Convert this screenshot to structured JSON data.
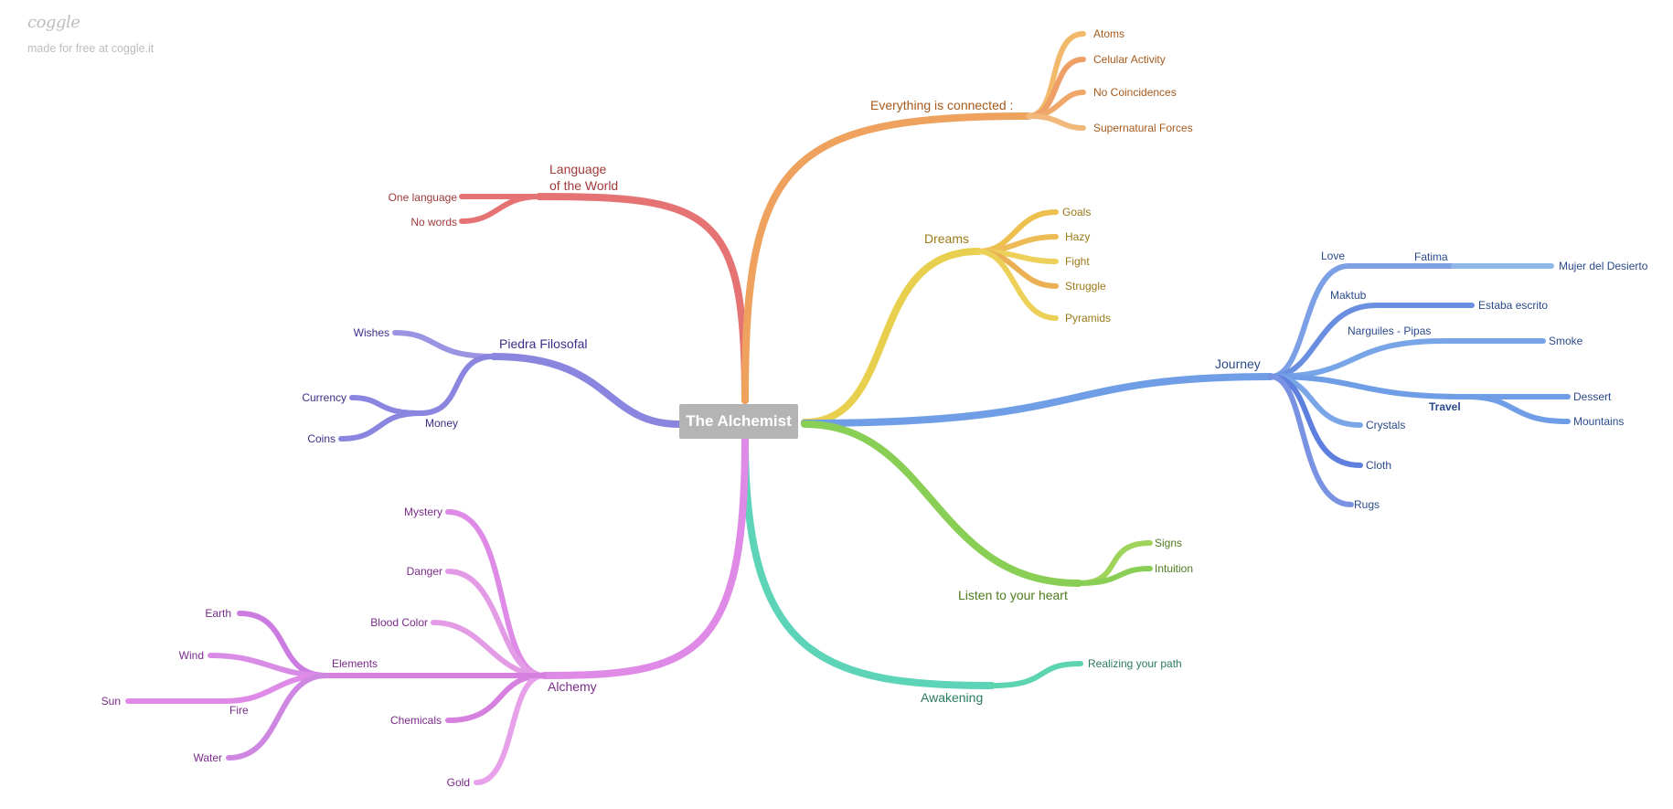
{
  "branding": {
    "logo": "coggle",
    "tagline": "made for free at coggle.it"
  },
  "central_topic": "The Alchemist",
  "branches": {
    "language": {
      "title_line1": "Language",
      "title_line2": "of the World",
      "color": "#e57373",
      "children": [
        "One language",
        "No words"
      ]
    },
    "connected": {
      "title": "Everything is connected :",
      "color": "#eea25e",
      "children": [
        "Atoms",
        "Celular Activity",
        "No Coincidences",
        "Supernatural Forces"
      ]
    },
    "dreams": {
      "title": "Dreams",
      "color": "#e8cf4e",
      "children": [
        "Goals",
        "Hazy",
        "Fight",
        "Struggle",
        "Pyramids"
      ]
    },
    "journey": {
      "title": "Journey",
      "color": "#6f9ee6",
      "love": "Love",
      "fatima": "Fatima",
      "mujer": "Mujer del Desierto",
      "maktub": "Maktub",
      "estaba": "Estaba escrito",
      "narguiles": "Narguiles - Pipas",
      "smoke": "Smoke",
      "travel": "Travel",
      "dessert": "Dessert",
      "mountains": "Mountains",
      "crystals": "Crystals",
      "cloth": "Cloth",
      "rugs": "Rugs"
    },
    "piedra": {
      "title": "Piedra Filosofal",
      "color": "#8a86e0",
      "wishes": "Wishes",
      "money": "Money",
      "currency": "Currency",
      "coins": "Coins"
    },
    "heart": {
      "title": "Listen to your heart",
      "color": "#89cf55",
      "children": [
        "Signs",
        "Intuition"
      ]
    },
    "awakening": {
      "title": "Awakening",
      "color": "#5dd4b7",
      "children": [
        "Realizing your path"
      ]
    },
    "alchemy": {
      "title": "Alchemy",
      "color": "#de8ae6",
      "mystery": "Mystery",
      "danger": "Danger",
      "blood": "Blood Color",
      "chemicals": "Chemicals",
      "gold": "Gold",
      "elements": "Elements",
      "earth": "Earth",
      "wind": "Wind",
      "fire": "Fire",
      "sun": "Sun",
      "water": "Water"
    }
  }
}
